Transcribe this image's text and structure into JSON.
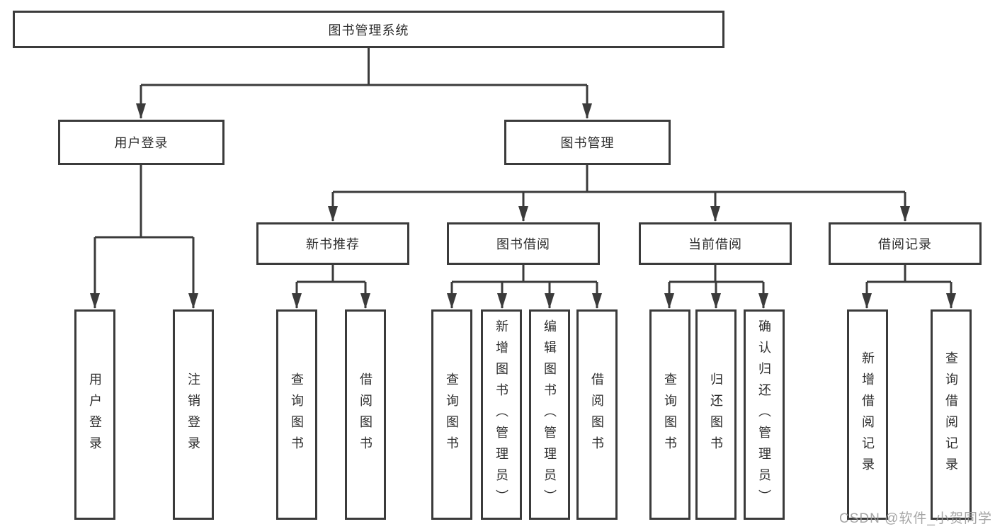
{
  "diagram_type": "hierarchy-tree",
  "watermark": "CSDN @软件_小贺同学",
  "tree": {
    "label": "图书管理系统",
    "children": [
      {
        "label": "用户登录",
        "children": [
          {
            "label": "用户登录"
          },
          {
            "label": "注销登录"
          }
        ]
      },
      {
        "label": "图书管理",
        "children": [
          {
            "label": "新书推荐",
            "children": [
              {
                "label": "查询图书"
              },
              {
                "label": "借阅图书"
              }
            ]
          },
          {
            "label": "图书借阅",
            "children": [
              {
                "label": "查询图书"
              },
              {
                "label": "新增图书（管理员）"
              },
              {
                "label": "编辑图书（管理员）"
              },
              {
                "label": "借阅图书"
              }
            ]
          },
          {
            "label": "当前借阅",
            "children": [
              {
                "label": "查询图书"
              },
              {
                "label": "归还图书"
              },
              {
                "label": "确认归还（管理员）"
              }
            ]
          },
          {
            "label": "借阅记录",
            "children": [
              {
                "label": "新增借阅记录"
              },
              {
                "label": "查询借阅记录"
              }
            ]
          }
        ]
      }
    ]
  },
  "colors": {
    "line": "#3b3b3b",
    "box_border": "#3b3b3b",
    "box_background": "#ffffff",
    "text": "#2d2d2d",
    "watermark": "#9b9b9b"
  }
}
